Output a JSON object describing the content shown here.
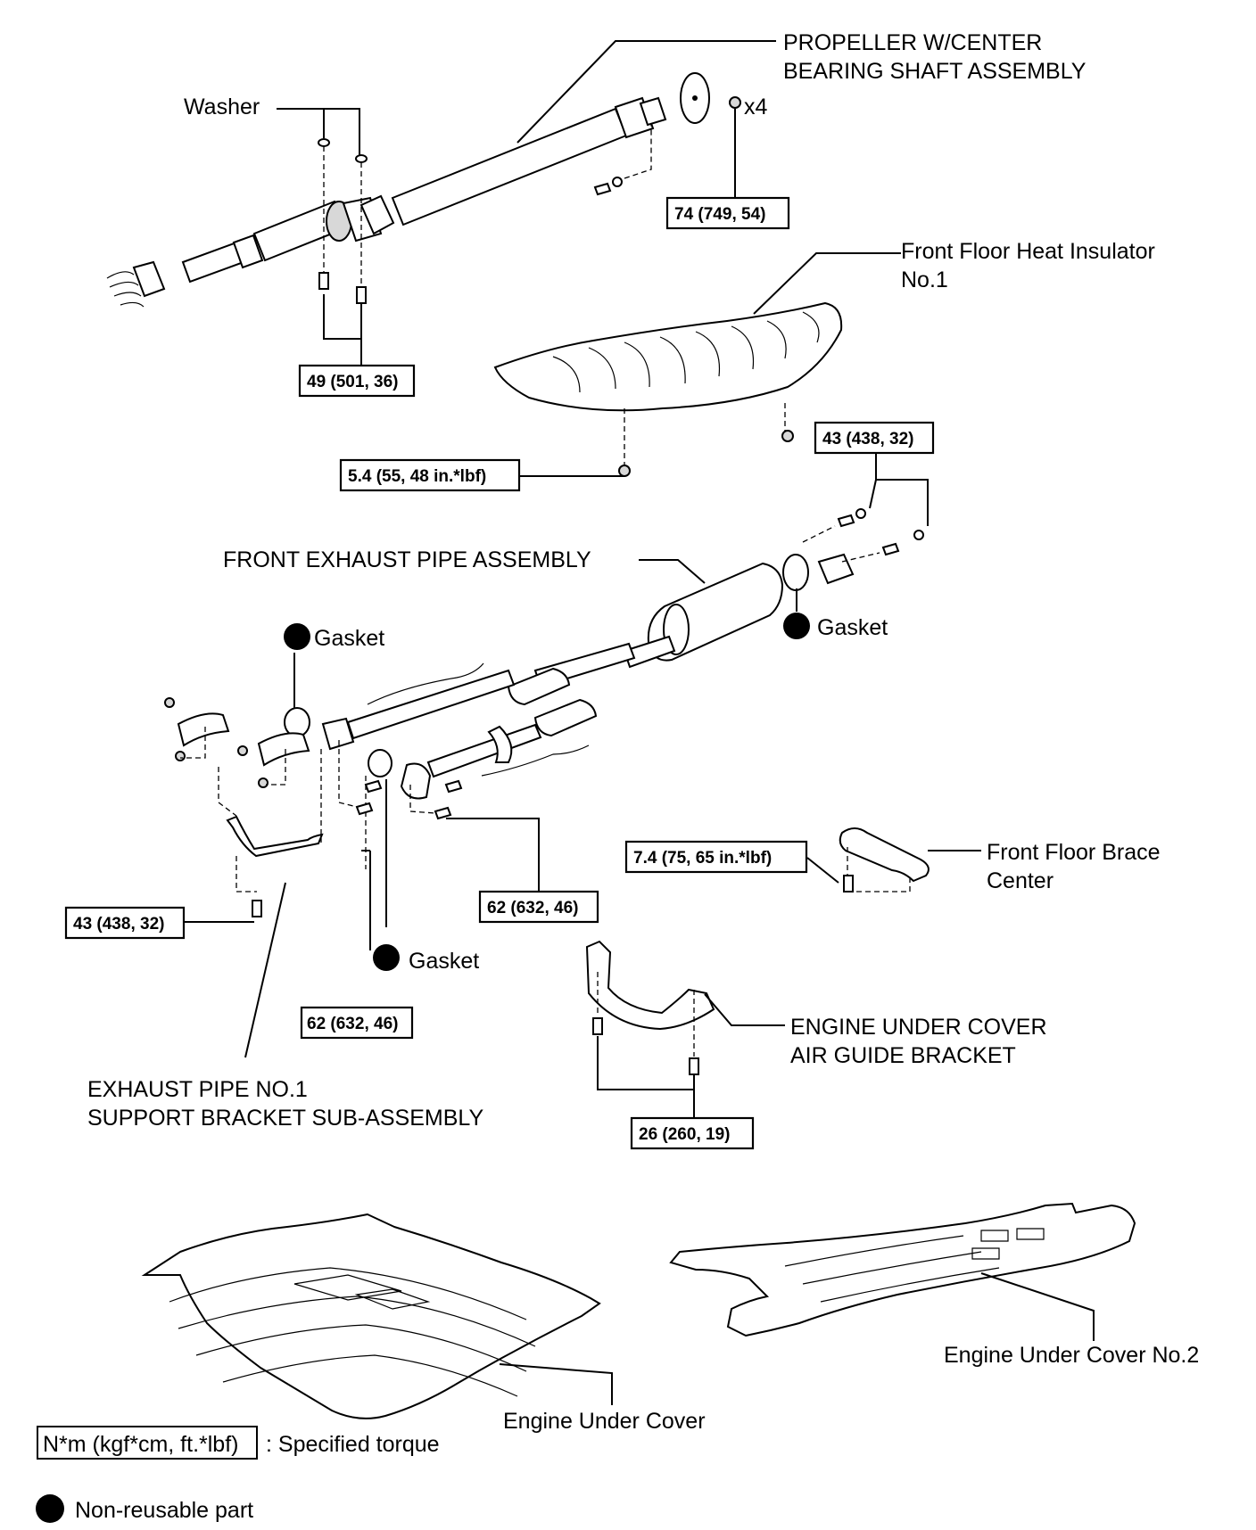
{
  "labels": {
    "propeller_line1": "PROPELLER W/CENTER",
    "propeller_line2": "BEARING SHAFT ASSEMBLY",
    "washer": "Washer",
    "x4": "x4",
    "heat_insulator_line1": "Front Floor Heat Insulator",
    "heat_insulator_line2": "No.1",
    "front_exhaust": "FRONT EXHAUST PIPE ASSEMBLY",
    "gasket_left": "Gasket",
    "gasket_right": "Gasket",
    "gasket_lower": "Gasket",
    "brace_line1": "Front Floor Brace",
    "brace_line2": "Center",
    "air_guide_line1": "ENGINE UNDER COVER",
    "air_guide_line2": "AIR GUIDE BRACKET",
    "support_bracket_line1": "EXHAUST PIPE NO.1",
    "support_bracket_line2": "SUPPORT BRACKET SUB-ASSEMBLY",
    "under_cover_no2": "Engine Under Cover No.2",
    "under_cover": "Engine Under Cover"
  },
  "torques": {
    "propeller_flange": "74 (749, 54)",
    "center_bearing": "49 (501, 36)",
    "heat_insulator": "5.4 (55, 48 in.*lbf)",
    "tail_flange": "43 (438, 32)",
    "brace": "7.4 (75, 65  in.*lbf)",
    "support_bracket": "43 (438, 32)",
    "front_flange_right": "62 (632, 46)",
    "front_flange_left": "62 (632, 46)",
    "air_guide": "26 (260, 19)"
  },
  "legend": {
    "torque_unit": "N*m (kgf*cm, ft.*lbf)",
    "torque_desc": ": Specified torque",
    "non_reusable": "Non-reusable part"
  }
}
